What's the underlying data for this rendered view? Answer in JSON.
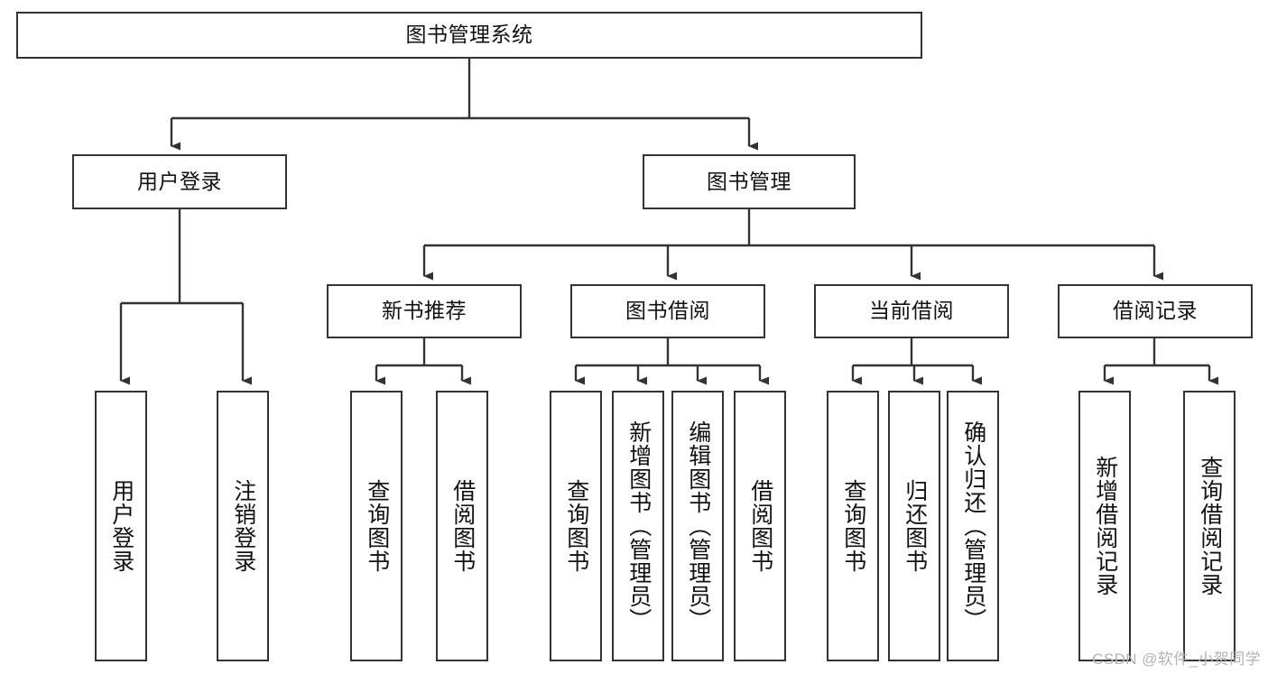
{
  "diagram": {
    "title": "图书管理系统",
    "type": "tree-hierarchy",
    "orientation": "top-down",
    "box_border_color": "#333333",
    "box_fill_color": "#ffffff",
    "connector_color": "#333333",
    "text_color": "#111111",
    "watermark": "CSDN @软件_小贺同学",
    "nodes": {
      "root": {
        "label": "图书管理系统"
      },
      "level2": [
        {
          "label": "用户登录"
        },
        {
          "label": "图书管理"
        }
      ],
      "level3": [
        {
          "label": "新书推荐"
        },
        {
          "label": "图书借阅"
        },
        {
          "label": "当前借阅"
        },
        {
          "label": "借阅记录"
        }
      ],
      "leaves": {
        "user_login": [
          {
            "label": "用户登录"
          },
          {
            "label": "注销登录"
          }
        ],
        "new_book_recommend": [
          {
            "label": "查询图书"
          },
          {
            "label": "借阅图书"
          }
        ],
        "book_borrow": [
          {
            "label": "查询图书"
          },
          {
            "label": "新增图书（管理员）"
          },
          {
            "label": "编辑图书（管理员）"
          },
          {
            "label": "借阅图书"
          }
        ],
        "current_borrow": [
          {
            "label": "查询图书"
          },
          {
            "label": "归还图书"
          },
          {
            "label": "确认归还（管理员）"
          }
        ],
        "borrow_record": [
          {
            "label": "新增借阅记录"
          },
          {
            "label": "查询借阅记录"
          }
        ]
      }
    }
  }
}
